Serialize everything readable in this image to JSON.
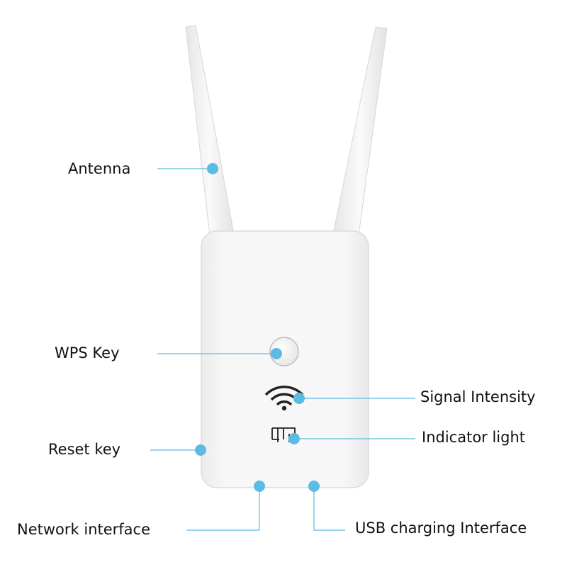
{
  "labels": {
    "antenna": "Antenna",
    "wps_key": "WPS Key",
    "reset_key": "Reset key",
    "network_interface": "Network interface",
    "signal_intensity": "Signal Intensity",
    "indicator_light": "Indicator light",
    "usb_charging_interface": "USB charging Interface"
  },
  "colors": {
    "callout": "#5bbbe4",
    "device_body": "#f4f4f4",
    "device_outline": "#dcdcdc",
    "icon": "#222222",
    "text": "#111111"
  },
  "icons": [
    "wifi-signal-icon",
    "indicator-light-icon",
    "wps-button"
  ]
}
